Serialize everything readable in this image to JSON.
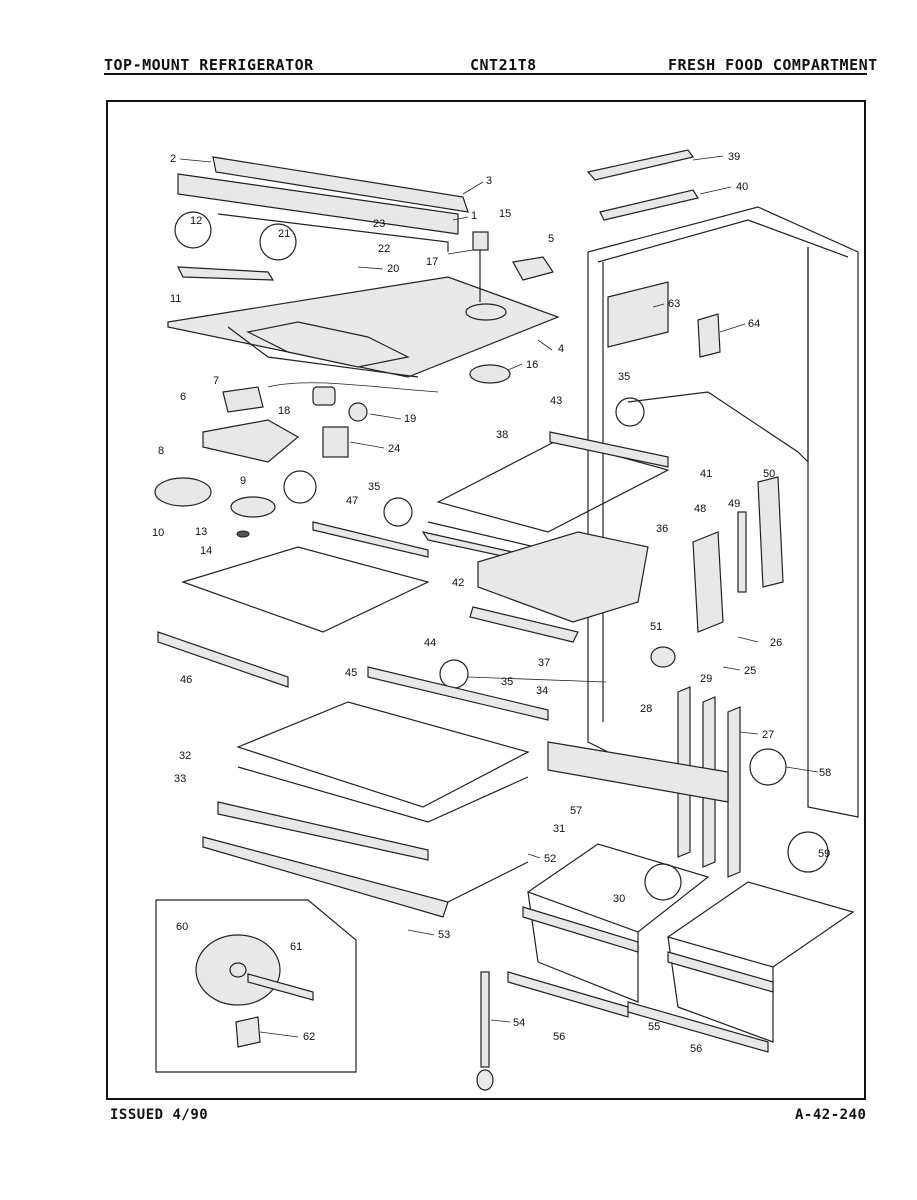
{
  "header": {
    "left": "TOP-MOUNT REFRIGERATOR",
    "center": "CNT21T8",
    "right": "FRESH FOOD COMPARTMENT"
  },
  "footer": {
    "issued": "ISSUED 4/90",
    "code": "A-42-240"
  },
  "callouts": {
    "c1": "1",
    "c2": "2",
    "c3": "3",
    "c4": "4",
    "c5": "5",
    "c6": "6",
    "c7": "7",
    "c8": "8",
    "c9": "9",
    "c10": "10",
    "c11": "11",
    "c12": "12",
    "c13": "13",
    "c14": "14",
    "c15": "15",
    "c16": "16",
    "c17": "17",
    "c18": "18",
    "c19": "19",
    "c20": "20",
    "c21": "21",
    "c22": "22",
    "c23": "23",
    "c24": "24",
    "c25": "25",
    "c26": "26",
    "c27": "27",
    "c28": "28",
    "c29": "29",
    "c30": "30",
    "c31": "31",
    "c32": "32",
    "c33": "33",
    "c34": "34",
    "c35a": "35",
    "c35b": "35",
    "c35c": "35",
    "c36": "36",
    "c37": "37",
    "c38": "38",
    "c39": "39",
    "c40": "40",
    "c41": "41",
    "c42": "42",
    "c43": "43",
    "c44": "44",
    "c45": "45",
    "c46": "46",
    "c47": "47",
    "c48": "48",
    "c49": "49",
    "c50": "50",
    "c51": "51",
    "c52": "52",
    "c53": "53",
    "c54": "54",
    "c55": "55",
    "c56a": "56",
    "c56b": "56",
    "c57": "57",
    "c58": "58",
    "c59": "59",
    "c60": "60",
    "c61": "61",
    "c62": "62",
    "c63": "63",
    "c64": "64"
  }
}
